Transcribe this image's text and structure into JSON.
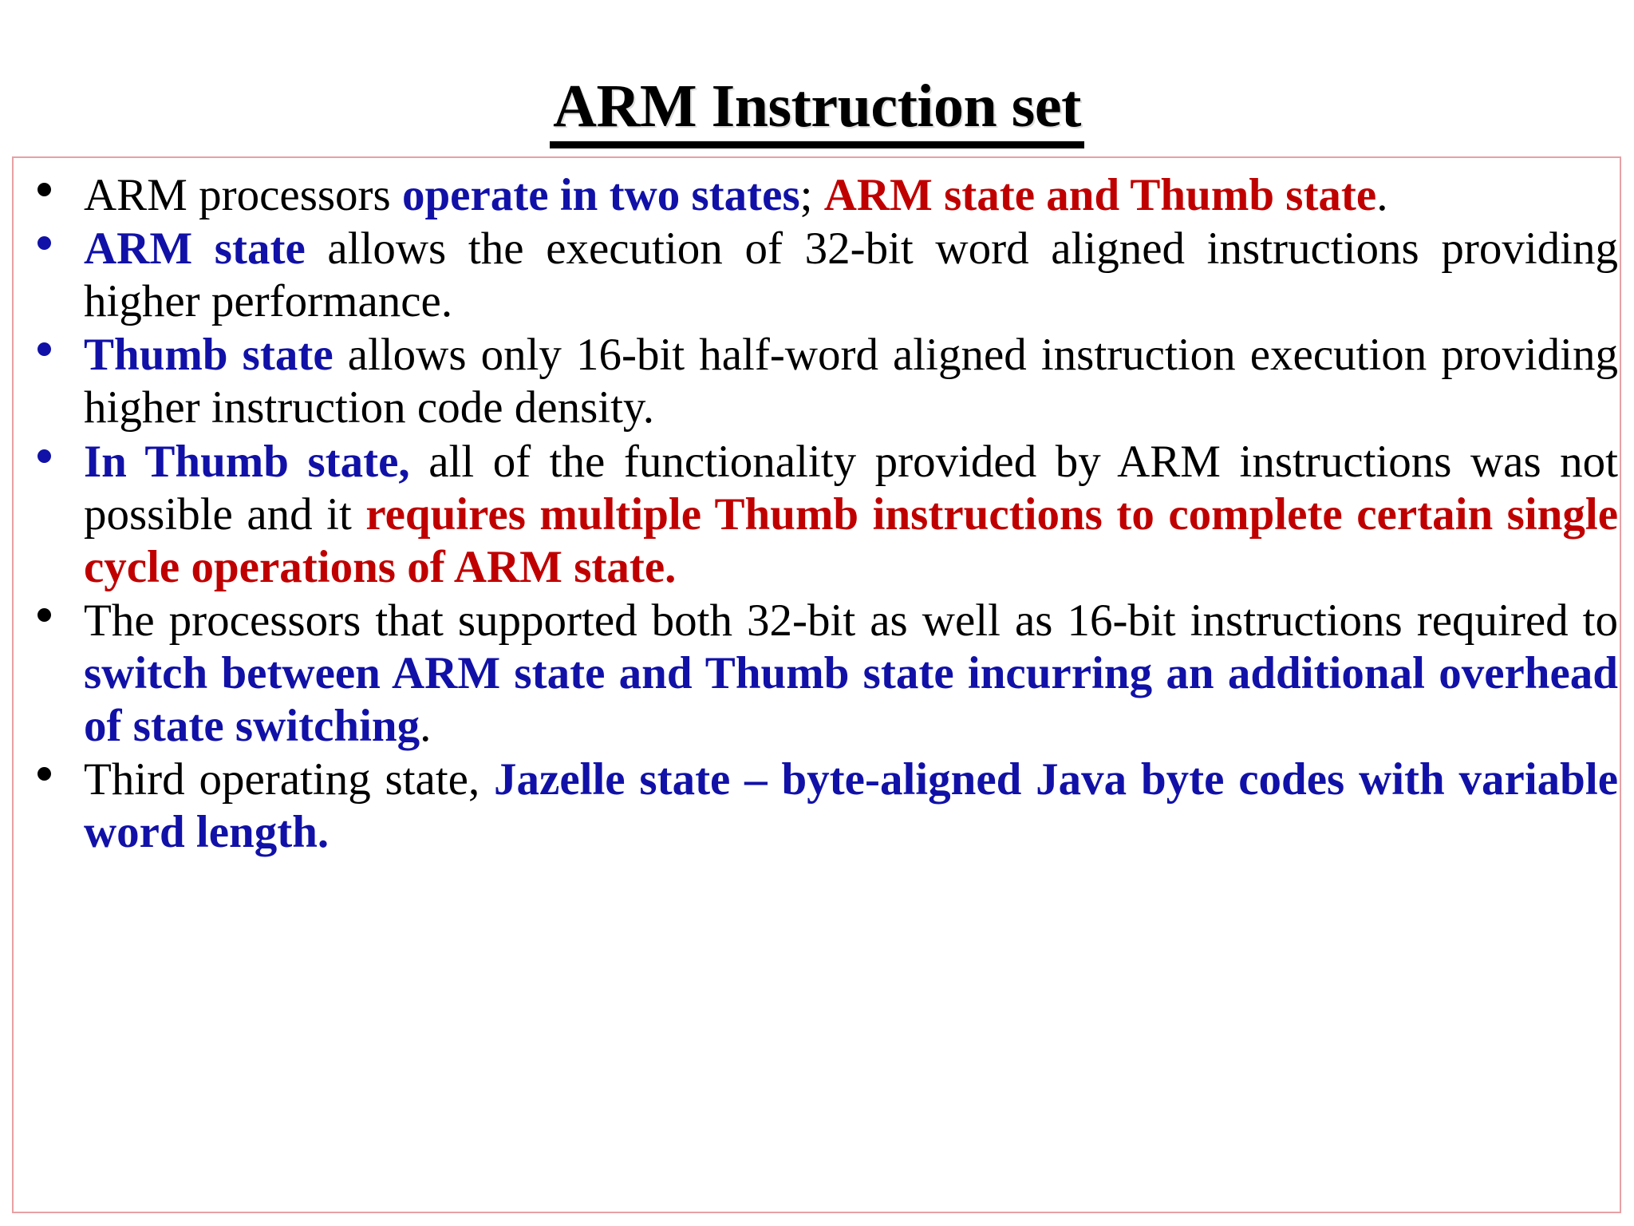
{
  "slide": {
    "title": "ARM Instruction set"
  },
  "content": {
    "bullets": [
      {
        "marker_color": "black",
        "runs": [
          {
            "text": "ARM processors ",
            "color": "black",
            "bold": false
          },
          {
            "text": "operate in two states",
            "color": "blue",
            "bold": true
          },
          {
            "text": "; ",
            "color": "black",
            "bold": false
          },
          {
            "text": "ARM state and Thumb state",
            "color": "red",
            "bold": true
          },
          {
            "text": ".",
            "color": "black",
            "bold": false
          }
        ]
      },
      {
        "marker_color": "blue",
        "runs": [
          {
            "text": "ARM state",
            "color": "blue",
            "bold": true
          },
          {
            "text": " allows the execution of 32-bit word aligned instructions providing higher performance.",
            "color": "black",
            "bold": false
          }
        ]
      },
      {
        "marker_color": "blue",
        "runs": [
          {
            "text": "Thumb state",
            "color": "blue",
            "bold": true
          },
          {
            "text": " allows only 16-bit half-word aligned instruction execution providing higher instruction code density.",
            "color": "black",
            "bold": false
          }
        ]
      },
      {
        "marker_color": "blue",
        "runs": [
          {
            "text": "In Thumb state,",
            "color": "blue",
            "bold": true
          },
          {
            "text": " all of the functionality provided by ARM instructions was not possible and it ",
            "color": "black",
            "bold": false
          },
          {
            "text": "requires multiple Thumb instructions to complete certain single cycle operations of ARM state.",
            "color": "red",
            "bold": true
          }
        ]
      },
      {
        "marker_color": "black",
        "runs": [
          {
            "text": "The processors that supported both 32-bit as well as 16-bit instructions required to ",
            "color": "black",
            "bold": false
          },
          {
            "text": "switch between ARM state and Thumb state incurring an additional overhead of state switching",
            "color": "blue",
            "bold": true
          },
          {
            "text": ".",
            "color": "black",
            "bold": false
          }
        ]
      },
      {
        "marker_color": "black",
        "runs": [
          {
            "text": "Third operating state, ",
            "color": "black",
            "bold": false
          },
          {
            "text": "Jazelle state – byte-aligned Java byte codes with variable word length.",
            "color": "blue",
            "bold": true
          }
        ]
      }
    ]
  },
  "colors": {
    "blue": "#1111a8",
    "red": "#c00000",
    "black": "#000000",
    "frame_border": "#e8a0a4",
    "background": "#ffffff"
  }
}
